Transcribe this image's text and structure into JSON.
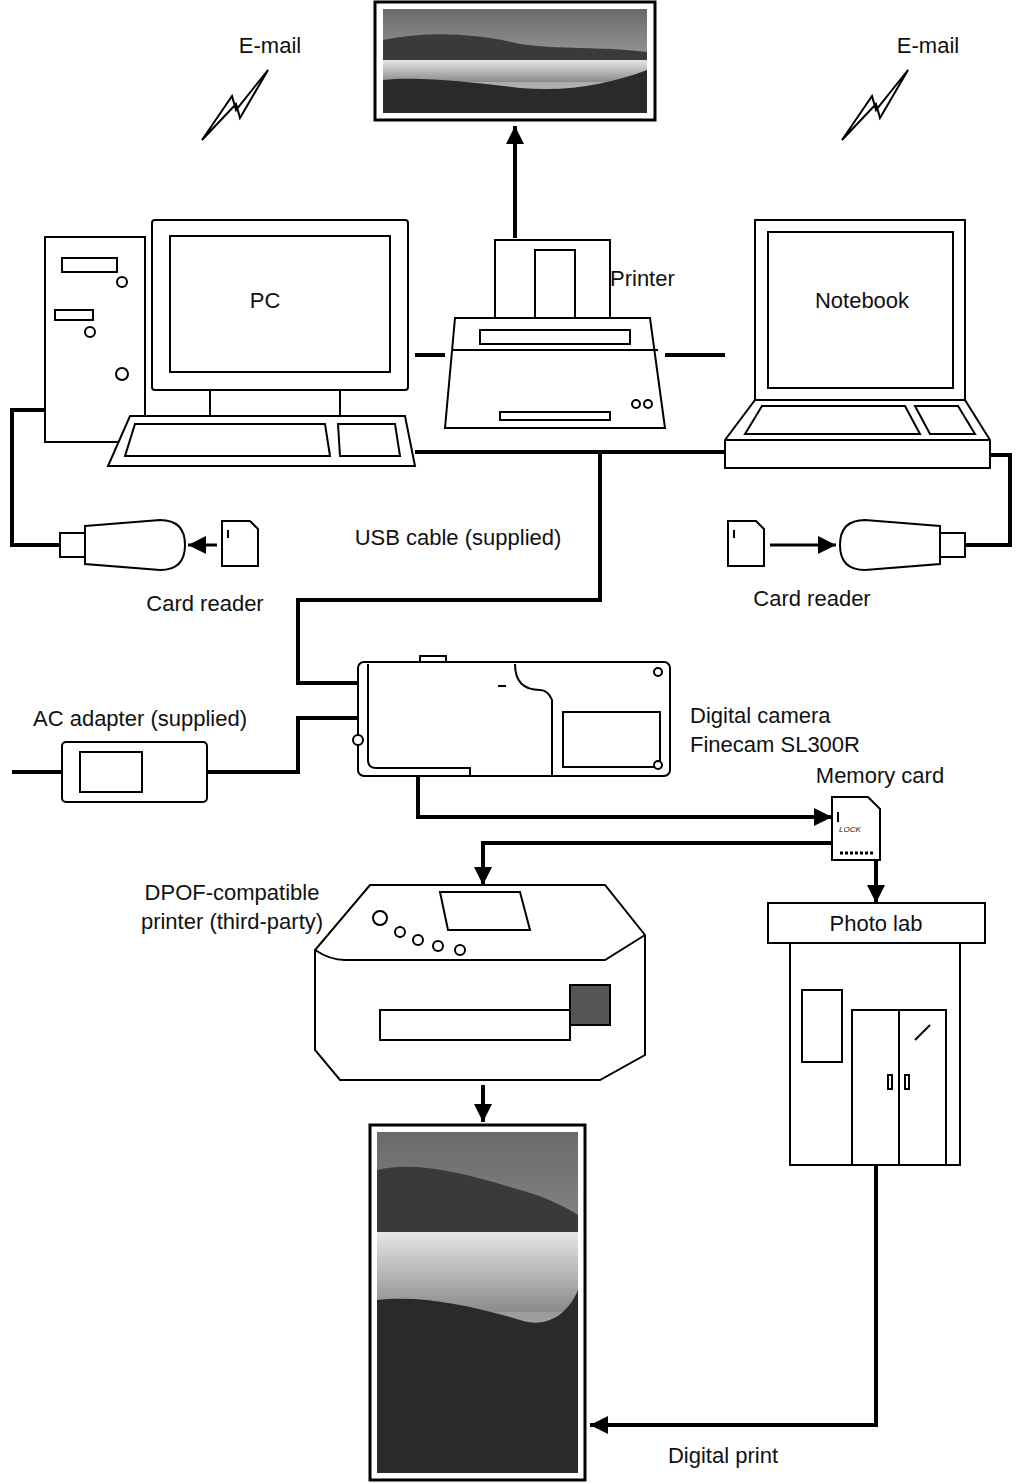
{
  "diagram": {
    "nodes": [
      {
        "text": [
          "PC"
        ]
      },
      {
        "text": [
          "Printer"
        ]
      },
      {
        "text": [
          "Notebook"
        ]
      },
      {
        "text": [
          "Card reader"
        ]
      },
      {
        "text": [
          "Card reader"
        ]
      },
      {
        "text": [
          "Digital camera Finecam SL300R"
        ]
      },
      {
        "text": [
          "AC adapter (supplied)"
        ]
      },
      {
        "text": [
          "Memory card"
        ]
      },
      {
        "text": [
          "DPOF-compatible printer (third-party)"
        ]
      },
      {
        "text": [
          "Photo lab"
        ]
      }
    ],
    "edges": [
      {
        "from": 0,
        "to": 1,
        "arrow": "none"
      },
      {
        "from": 1,
        "to": 2,
        "arrow": "none"
      },
      {
        "from": 0,
        "to": 3,
        "arrow": "none"
      },
      {
        "from": 4,
        "to": 2,
        "arrow": "none"
      },
      {
        "from": 5,
        "to": 0,
        "label": "USB cable (supplied)",
        "arrow": "none"
      },
      {
        "from": 5,
        "to": 2,
        "arrow": "none"
      },
      {
        "from": 6,
        "to": 5,
        "arrow": "none"
      },
      {
        "from": 5,
        "to": 7,
        "arrow": "to"
      },
      {
        "from": 7,
        "to": 8,
        "arrow": "to"
      },
      {
        "from": 7,
        "to": 9,
        "arrow": "to"
      }
    ],
    "labels": [
      "E-mail",
      "E-mail",
      "LOCK",
      "Digital print"
    ]
  }
}
